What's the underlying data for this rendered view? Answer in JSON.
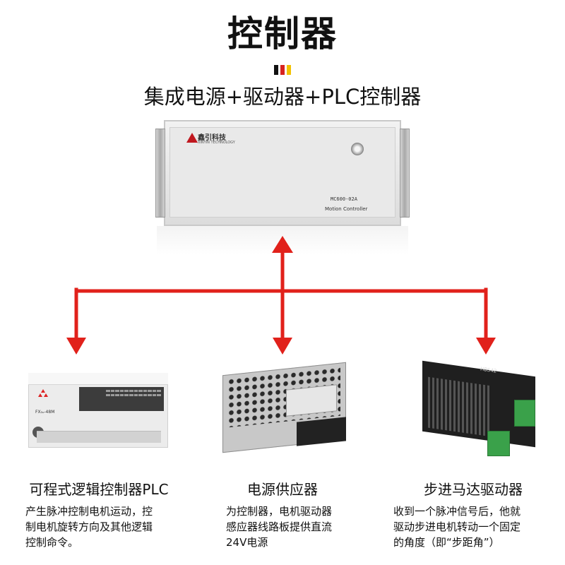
{
  "header": {
    "title": "控制器",
    "accent_colors": [
      "#111111",
      "#d8231f",
      "#f2c200"
    ],
    "subtitle": "集成电源+驱动器+PLC控制器"
  },
  "controller": {
    "brand": "鑫引科技",
    "brand_sub": "XINYIN TECHNOLOGY",
    "model": "MC600-02A",
    "label": "Motion Controller"
  },
  "arrow_color": "#e1211b",
  "devices": [
    {
      "title": "可程式逻辑控制器PLC",
      "description_lines": [
        "产生脉冲控制电机运动，控",
        "制电机旋转方向及其他逻辑",
        "控制命令。"
      ],
      "panel_text": "FX₃ᵤ-48M"
    },
    {
      "title": "电源供应器",
      "description_lines": [
        "为控制器，电机驱动器",
        "感应器线路板提供直流",
        "24V电源"
      ]
    },
    {
      "title": "步进马达驱动器",
      "description_lines": [
        "收到一个脉冲信号后，他就",
        "驱动步进电机转动一个固定",
        "的角度（即“步距角”）"
      ],
      "panel_text": "HBS42"
    }
  ]
}
